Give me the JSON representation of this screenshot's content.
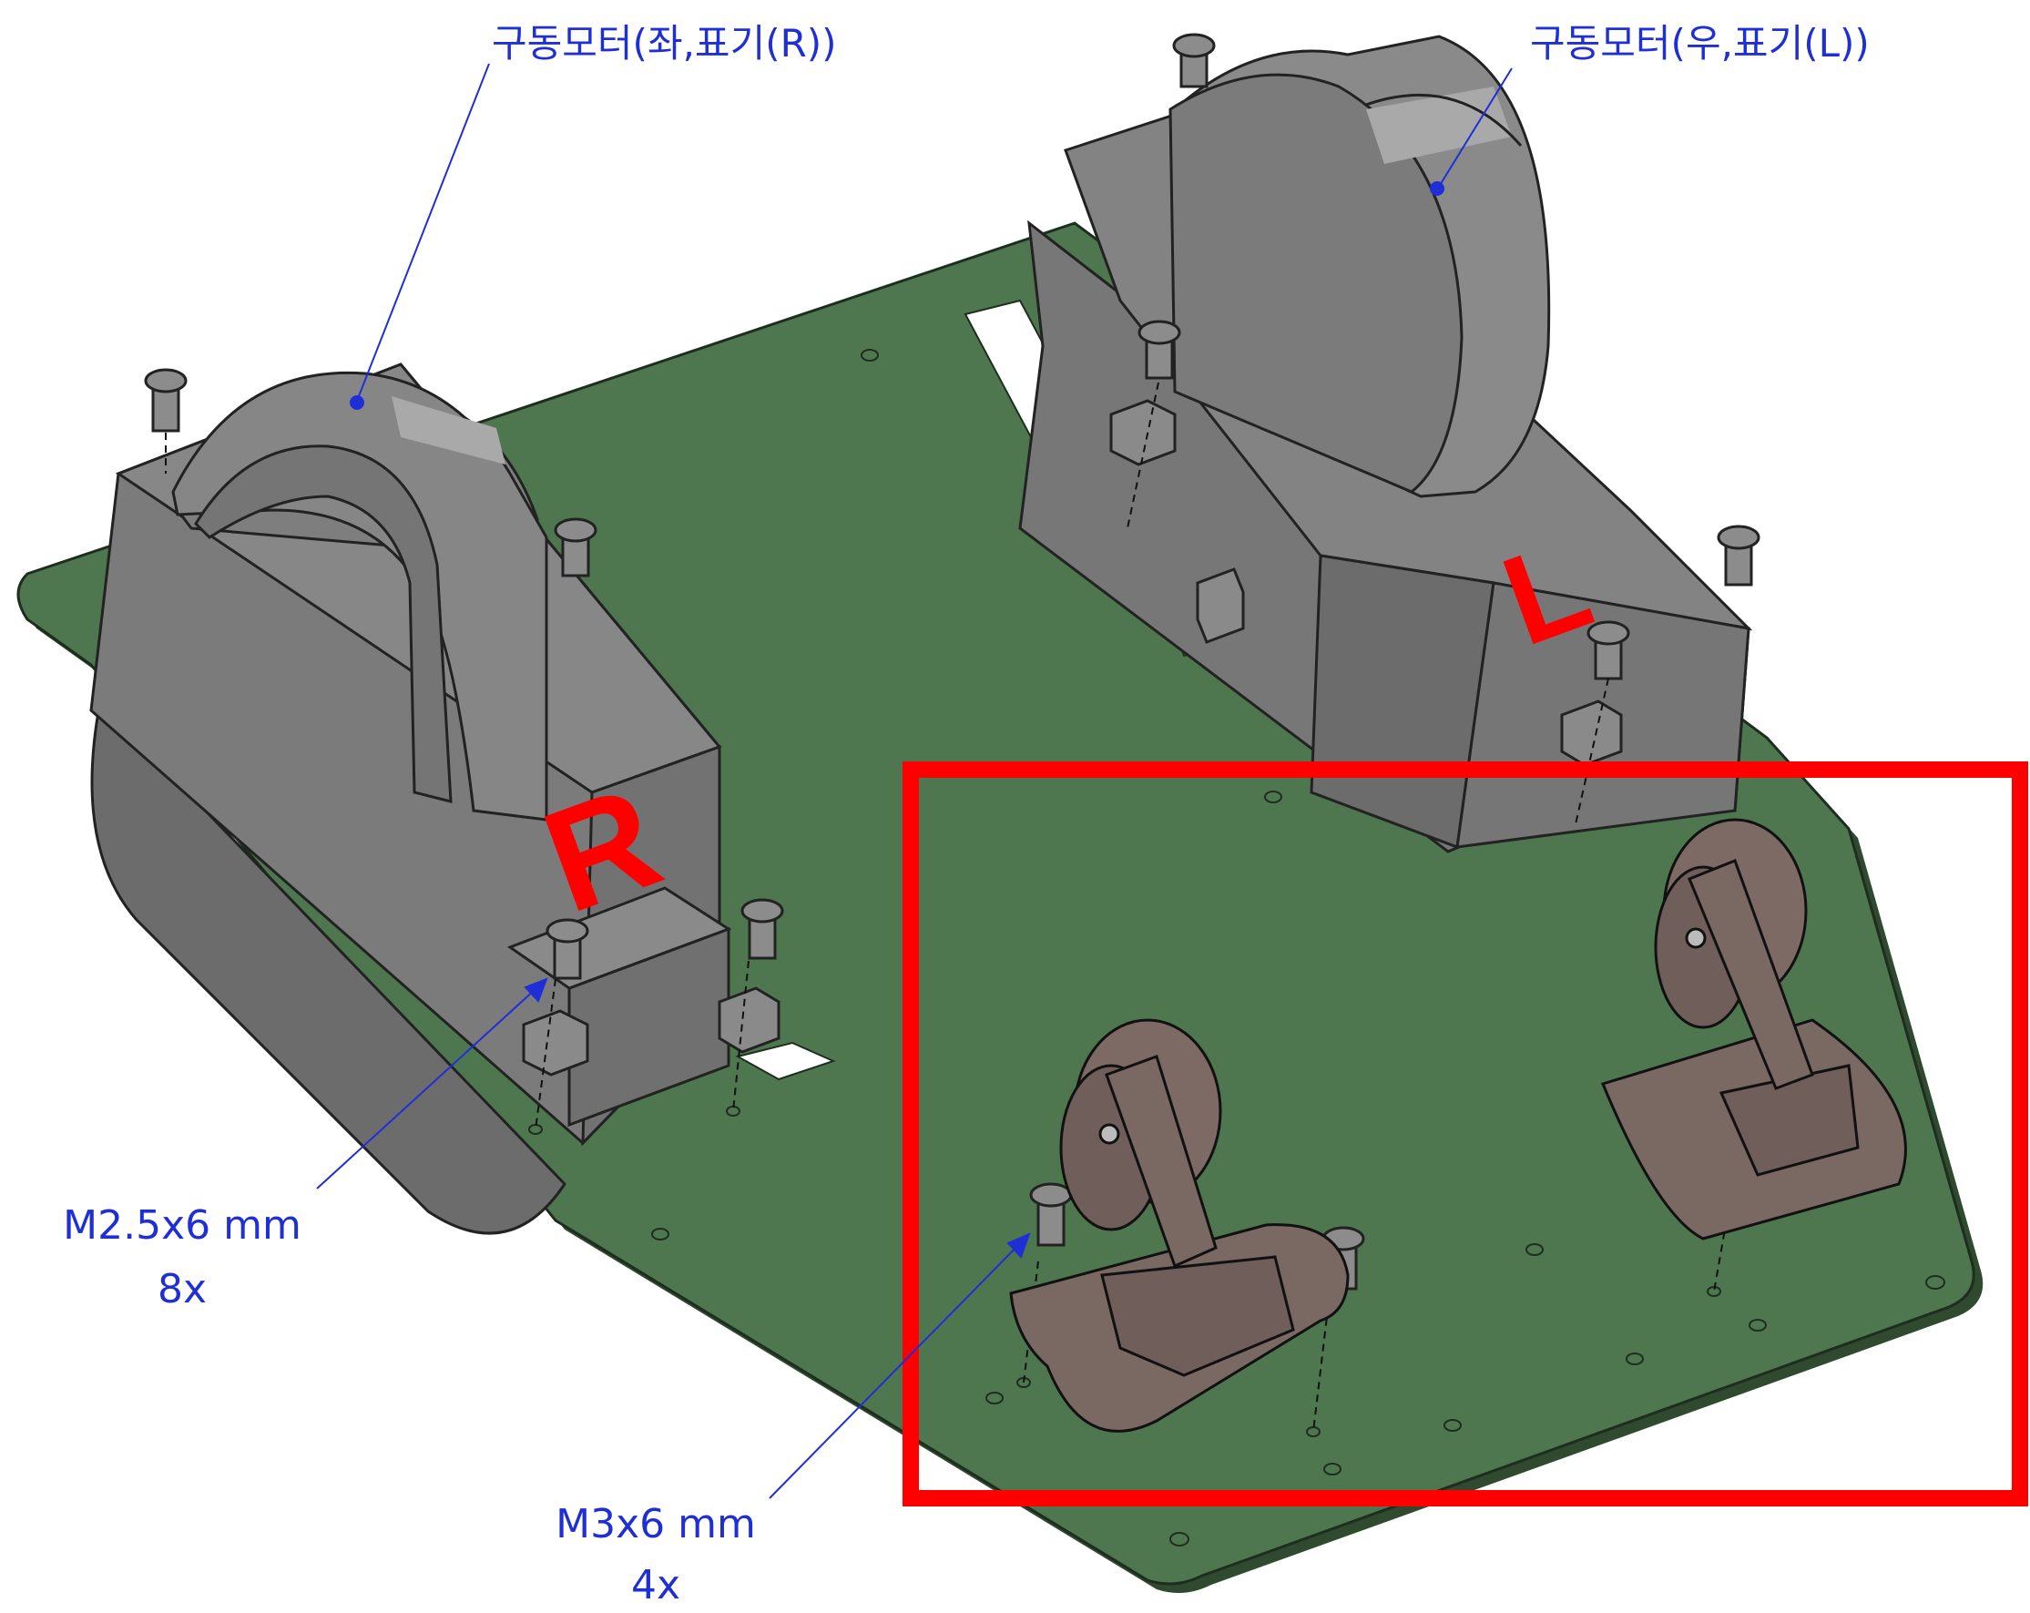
{
  "labels": {
    "motor_left": "구동모터(좌,표기(R))",
    "motor_right": "구동모터(우,표기(L))",
    "screw_m25": "M2.5x6 mm",
    "screw_m25_qty": "8x",
    "screw_m3": "M3x6 mm",
    "screw_m3_qty": "4x",
    "mark_r": "R",
    "mark_l": "L"
  },
  "colors": {
    "plate": "#4f774f",
    "plate_edge": "#2b3f2b",
    "motor": "#7d7d7d",
    "motor_dark": "#6a6a6a",
    "caster": "#7a6862",
    "annotation": "#1f2fd6",
    "highlight": "#ff0000"
  },
  "icons": [
    "screw-icon",
    "hex-nut-icon",
    "caster-wheel-icon"
  ]
}
